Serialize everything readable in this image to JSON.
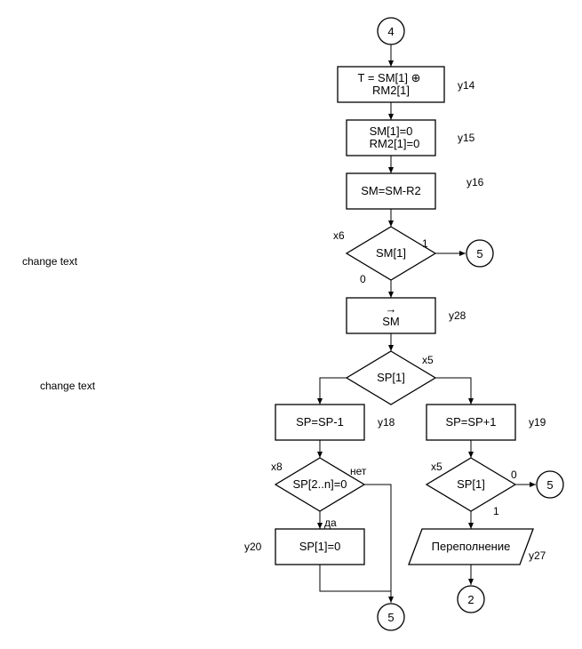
{
  "notes": {
    "change_text_1": "change text",
    "change_text_2": "change text"
  },
  "connectors": {
    "c_top": "4",
    "c_right1": "5",
    "c_right2": "5",
    "c_bottom": "5",
    "c_end": "2"
  },
  "blocks": {
    "y14_line1": "T = SM[1] ⊕",
    "y14_line2": "RM2[1]",
    "y15_line1": "SM[1]=0",
    "y15_line2": "RM2[1]=0",
    "y16": "SM=SM-R2",
    "y28_arrow": "→",
    "y28": "SM",
    "y18": "SP=SP-1",
    "y19": "SP=SP+1",
    "y20": "SP[1]=0",
    "y27": "Переполнение"
  },
  "decisions": {
    "x6": "SM[1]",
    "x5a": "SP[1]",
    "x8": "SP[2..n]=0",
    "x5b": "SP[1]"
  },
  "labels": {
    "y14": "y14",
    "y15": "y15",
    "y16": "y16",
    "y28": "y28",
    "y18": "y18",
    "y19": "y19",
    "y20": "y20",
    "y27": "y27",
    "x6": "x6",
    "x5a": "x5",
    "x8": "x8",
    "x5b": "x5",
    "x6_one": "1",
    "x6_zero": "0",
    "x8_no": "нет",
    "x8_yes": "да",
    "x5b_zero": "0",
    "x5b_one": "1"
  }
}
